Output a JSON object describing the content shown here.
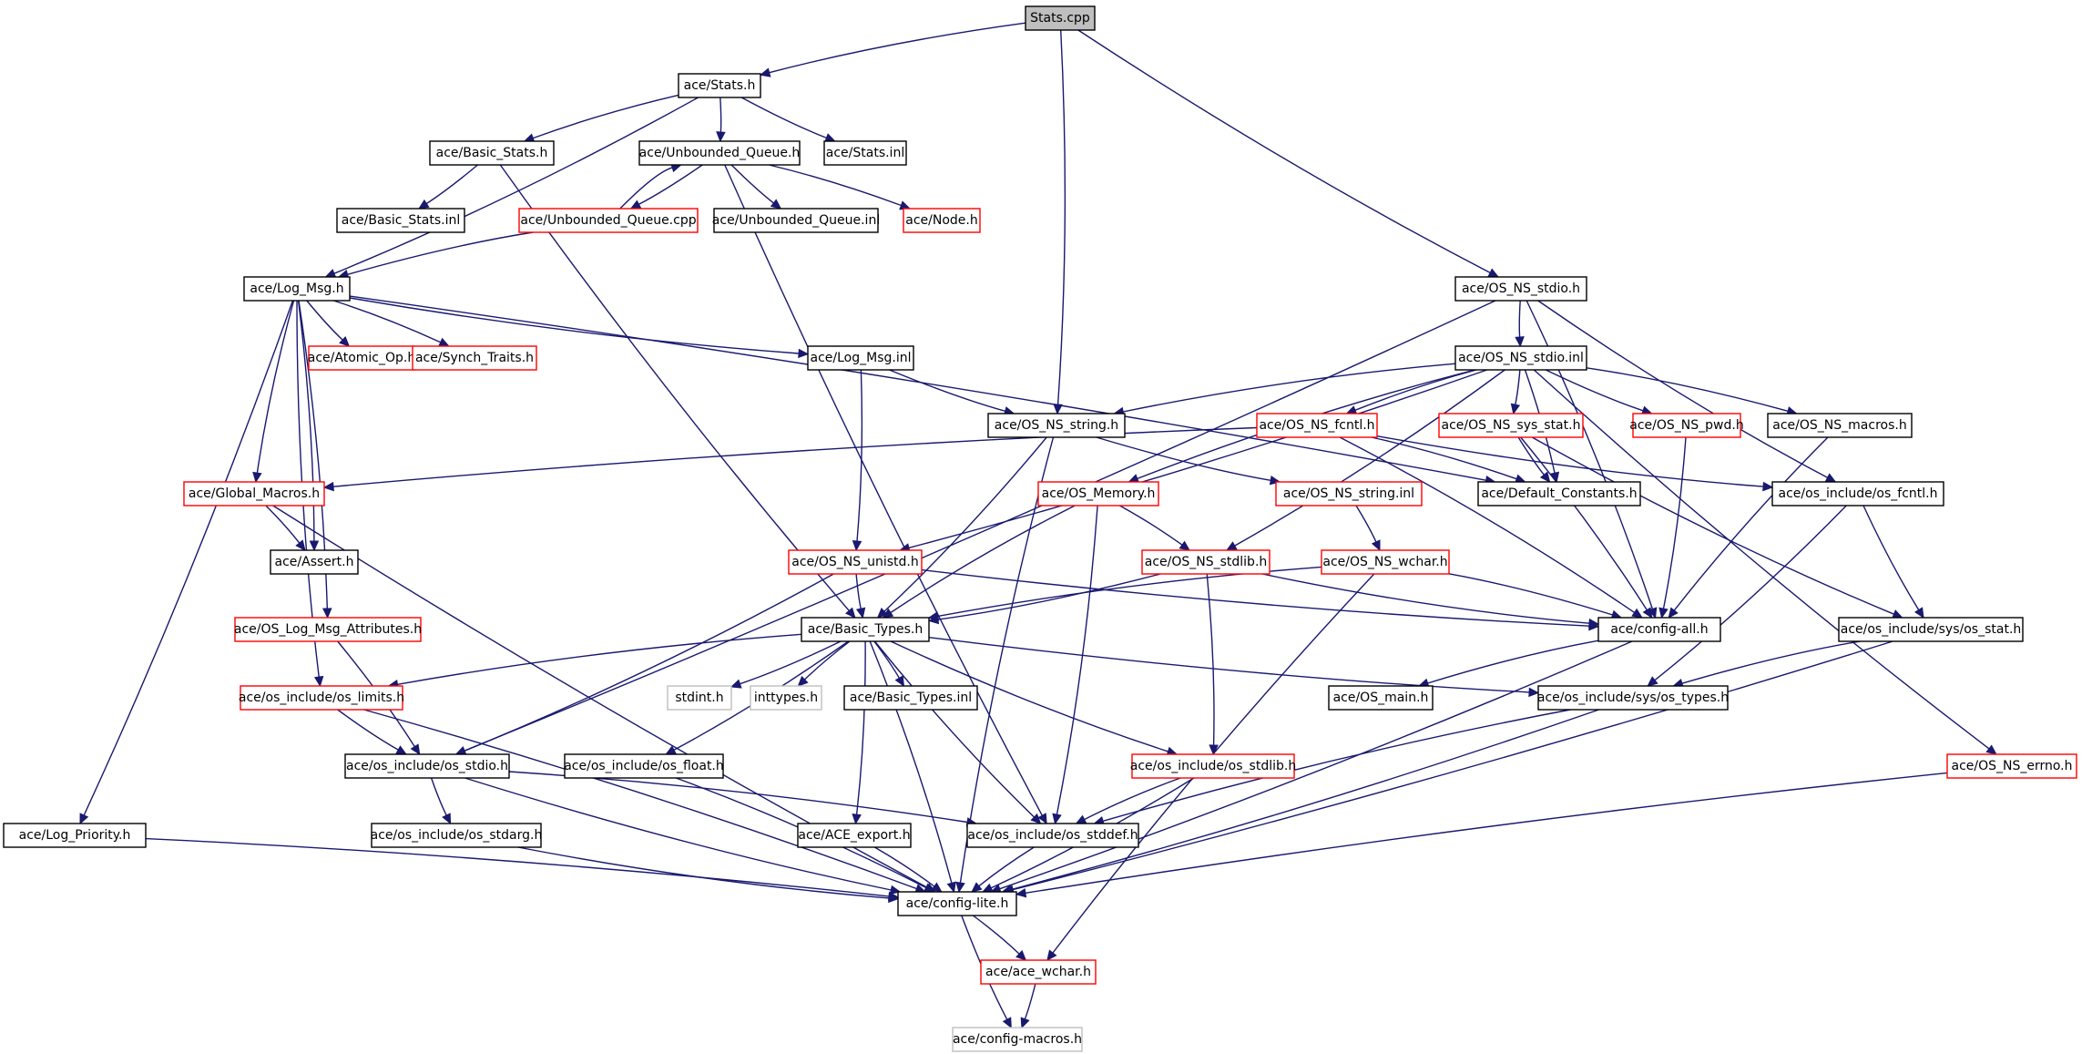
{
  "diagram": {
    "colors": {
      "edge": "#191970",
      "border_documented": "#000000",
      "border_undocumented": "#ff0000",
      "border_external": "#bfbfbf",
      "root_fill": "#bfbfbf",
      "node_fill": "#ffffff"
    },
    "nodes": [
      {
        "id": "stats_cpp",
        "label": "Stats.cpp",
        "style": "root"
      },
      {
        "id": "stats_h",
        "label": "ace/Stats.h",
        "style": "black"
      },
      {
        "id": "basic_stats_h",
        "label": "ace/Basic_Stats.h",
        "style": "black"
      },
      {
        "id": "unbounded_queue_h",
        "label": "ace/Unbounded_Queue.h",
        "style": "black"
      },
      {
        "id": "stats_inl",
        "label": "ace/Stats.inl",
        "style": "black"
      },
      {
        "id": "basic_stats_inl",
        "label": "ace/Basic_Stats.inl",
        "style": "black"
      },
      {
        "id": "unbounded_queue_cpp",
        "label": "ace/Unbounded_Queue.cpp",
        "style": "red"
      },
      {
        "id": "unbounded_queue_inl",
        "label": "ace/Unbounded_Queue.inl",
        "style": "black"
      },
      {
        "id": "node_h",
        "label": "ace/Node.h",
        "style": "red"
      },
      {
        "id": "log_msg_h",
        "label": "ace/Log_Msg.h",
        "style": "black"
      },
      {
        "id": "atomic_op_h",
        "label": "ace/Atomic_Op.h",
        "style": "red"
      },
      {
        "id": "synch_traits_h",
        "label": "ace/Synch_Traits.h",
        "style": "red"
      },
      {
        "id": "log_msg_inl",
        "label": "ace/Log_Msg.inl",
        "style": "black"
      },
      {
        "id": "os_ns_stdio_h",
        "label": "ace/OS_NS_stdio.h",
        "style": "black"
      },
      {
        "id": "os_ns_stdio_inl",
        "label": "ace/OS_NS_stdio.inl",
        "style": "black"
      },
      {
        "id": "os_ns_string_h",
        "label": "ace/OS_NS_string.h",
        "style": "black"
      },
      {
        "id": "os_ns_fcntl_h",
        "label": "ace/OS_NS_fcntl.h",
        "style": "red"
      },
      {
        "id": "os_ns_sys_stat_h",
        "label": "ace/OS_NS_sys_stat.h",
        "style": "red"
      },
      {
        "id": "os_ns_pwd_h",
        "label": "ace/OS_NS_pwd.h",
        "style": "red"
      },
      {
        "id": "os_ns_macros_h",
        "label": "ace/OS_NS_macros.h",
        "style": "black"
      },
      {
        "id": "global_macros_h",
        "label": "ace/Global_Macros.h",
        "style": "red"
      },
      {
        "id": "os_memory_h",
        "label": "ace/OS_Memory.h",
        "style": "red"
      },
      {
        "id": "os_ns_string_inl",
        "label": "ace/OS_NS_string.inl",
        "style": "red"
      },
      {
        "id": "default_constants_h",
        "label": "ace/Default_Constants.h",
        "style": "black"
      },
      {
        "id": "os_include_os_fcntl_h",
        "label": "ace/os_include/os_fcntl.h",
        "style": "black"
      },
      {
        "id": "assert_h",
        "label": "ace/Assert.h",
        "style": "black"
      },
      {
        "id": "os_ns_unistd_h",
        "label": "ace/OS_NS_unistd.h",
        "style": "red"
      },
      {
        "id": "os_ns_stdlib_h",
        "label": "ace/OS_NS_stdlib.h",
        "style": "red"
      },
      {
        "id": "os_ns_wchar_h",
        "label": "ace/OS_NS_wchar.h",
        "style": "red"
      },
      {
        "id": "os_log_msg_attributes_h",
        "label": "ace/OS_Log_Msg_Attributes.h",
        "style": "red"
      },
      {
        "id": "basic_types_h",
        "label": "ace/Basic_Types.h",
        "style": "black"
      },
      {
        "id": "config_all_h",
        "label": "ace/config-all.h",
        "style": "black"
      },
      {
        "id": "os_include_sys_os_stat_h",
        "label": "ace/os_include/sys/os_stat.h",
        "style": "black"
      },
      {
        "id": "os_include_os_limits_h",
        "label": "ace/os_include/os_limits.h",
        "style": "red"
      },
      {
        "id": "stdint_h",
        "label": "stdint.h",
        "style": "gray"
      },
      {
        "id": "inttypes_h",
        "label": "inttypes.h",
        "style": "gray"
      },
      {
        "id": "basic_types_inl",
        "label": "ace/Basic_Types.inl",
        "style": "black"
      },
      {
        "id": "os_main_h",
        "label": "ace/OS_main.h",
        "style": "black"
      },
      {
        "id": "os_include_sys_os_types_h",
        "label": "ace/os_include/sys/os_types.h",
        "style": "black"
      },
      {
        "id": "os_include_os_stdio_h",
        "label": "ace/os_include/os_stdio.h",
        "style": "black"
      },
      {
        "id": "os_include_os_float_h",
        "label": "ace/os_include/os_float.h",
        "style": "black"
      },
      {
        "id": "os_include_os_stdlib_h",
        "label": "ace/os_include/os_stdlib.h",
        "style": "red"
      },
      {
        "id": "os_ns_errno_h",
        "label": "ace/OS_NS_errno.h",
        "style": "red"
      },
      {
        "id": "log_priority_h",
        "label": "ace/Log_Priority.h",
        "style": "black"
      },
      {
        "id": "os_include_os_stdarg_h",
        "label": "ace/os_include/os_stdarg.h",
        "style": "black"
      },
      {
        "id": "ace_export_h",
        "label": "ace/ACE_export.h",
        "style": "black"
      },
      {
        "id": "os_include_os_stddef_h",
        "label": "ace/os_include/os_stddef.h",
        "style": "black"
      },
      {
        "id": "config_lite_h",
        "label": "ace/config-lite.h",
        "style": "black"
      },
      {
        "id": "ace_wchar_h",
        "label": "ace/ace_wchar.h",
        "style": "red"
      },
      {
        "id": "config_macros_h",
        "label": "ace/config-macros.h",
        "style": "gray"
      }
    ],
    "edges": [
      [
        "stats_cpp",
        "stats_h"
      ],
      [
        "stats_cpp",
        "os_ns_string_h"
      ],
      [
        "stats_cpp",
        "os_ns_stdio_h"
      ],
      [
        "stats_h",
        "log_msg_h"
      ],
      [
        "stats_h",
        "basic_stats_h"
      ],
      [
        "stats_h",
        "unbounded_queue_h"
      ],
      [
        "stats_h",
        "stats_inl"
      ],
      [
        "basic_stats_h",
        "basic_stats_inl"
      ],
      [
        "basic_stats_h",
        "basic_types_h"
      ],
      [
        "unbounded_queue_h",
        "unbounded_queue_cpp"
      ],
      [
        "unbounded_queue_h",
        "unbounded_queue_inl"
      ],
      [
        "unbounded_queue_h",
        "node_h"
      ],
      [
        "unbounded_queue_h",
        "os_include_os_stddef_h"
      ],
      [
        "unbounded_queue_cpp",
        "unbounded_queue_h"
      ],
      [
        "unbounded_queue_cpp",
        "log_msg_h"
      ],
      [
        "log_msg_h",
        "log_priority_h"
      ],
      [
        "log_msg_h",
        "os_include_os_limits_h"
      ],
      [
        "log_msg_h",
        "os_log_msg_attributes_h"
      ],
      [
        "log_msg_h",
        "global_macros_h"
      ],
      [
        "log_msg_h",
        "assert_h"
      ],
      [
        "log_msg_h",
        "atomic_op_h"
      ],
      [
        "log_msg_h",
        "synch_traits_h"
      ],
      [
        "log_msg_h",
        "log_msg_inl"
      ],
      [
        "log_msg_h",
        "default_constants_h"
      ],
      [
        "log_msg_inl",
        "os_ns_string_h"
      ],
      [
        "log_msg_inl",
        "os_ns_unistd_h"
      ],
      [
        "os_ns_stdio_h",
        "os_ns_stdio_inl"
      ],
      [
        "os_ns_stdio_h",
        "os_include_os_stdio_h"
      ],
      [
        "os_ns_stdio_h",
        "os_include_os_fcntl_h"
      ],
      [
        "os_ns_stdio_h",
        "config_all_h"
      ],
      [
        "os_ns_stdio_inl",
        "os_ns_string_h"
      ],
      [
        "os_ns_stdio_inl",
        "os_ns_unistd_h"
      ],
      [
        "os_ns_stdio_inl",
        "os_memory_h"
      ],
      [
        "os_ns_stdio_inl",
        "os_ns_stdlib_h"
      ],
      [
        "os_ns_stdio_inl",
        "os_ns_fcntl_h"
      ],
      [
        "os_ns_stdio_inl",
        "os_ns_sys_stat_h"
      ],
      [
        "os_ns_stdio_inl",
        "os_ns_pwd_h"
      ],
      [
        "os_ns_stdio_inl",
        "os_ns_macros_h"
      ],
      [
        "os_ns_stdio_inl",
        "os_ns_errno_h"
      ],
      [
        "os_ns_stdio_inl",
        "default_constants_h"
      ],
      [
        "os_ns_string_h",
        "os_ns_string_inl"
      ],
      [
        "os_ns_string_h",
        "basic_types_h"
      ],
      [
        "os_ns_string_h",
        "config_lite_h"
      ],
      [
        "os_ns_string_inl",
        "os_ns_wchar_h"
      ],
      [
        "os_ns_fcntl_h",
        "global_macros_h"
      ],
      [
        "os_ns_fcntl_h",
        "default_constants_h"
      ],
      [
        "os_ns_fcntl_h",
        "os_include_os_fcntl_h"
      ],
      [
        "os_ns_fcntl_h",
        "config_all_h"
      ],
      [
        "os_ns_sys_stat_h",
        "default_constants_h"
      ],
      [
        "os_ns_sys_stat_h",
        "config_all_h"
      ],
      [
        "os_ns_sys_stat_h",
        "os_include_sys_os_stat_h"
      ],
      [
        "os_ns_pwd_h",
        "config_all_h"
      ],
      [
        "os_ns_macros_h",
        "config_all_h"
      ],
      [
        "global_macros_h",
        "assert_h"
      ],
      [
        "global_macros_h",
        "config_lite_h"
      ],
      [
        "os_memory_h",
        "os_ns_stdlib_h"
      ],
      [
        "os_memory_h",
        "basic_types_h"
      ],
      [
        "os_memory_h",
        "os_include_os_stddef_h"
      ],
      [
        "os_include_os_fcntl_h",
        "os_include_sys_os_stat_h"
      ],
      [
        "os_include_os_fcntl_h",
        "os_include_sys_os_types_h"
      ],
      [
        "os_ns_unistd_h",
        "basic_types_h"
      ],
      [
        "os_ns_unistd_h",
        "os_include_os_stdio_h"
      ],
      [
        "os_ns_unistd_h",
        "config_all_h"
      ],
      [
        "os_ns_stdlib_h",
        "basic_types_h"
      ],
      [
        "os_ns_stdlib_h",
        "config_all_h"
      ],
      [
        "os_ns_stdlib_h",
        "os_include_os_stdlib_h"
      ],
      [
        "os_ns_wchar_h",
        "basic_types_h"
      ],
      [
        "os_ns_wchar_h",
        "config_all_h"
      ],
      [
        "os_ns_wchar_h",
        "ace_wchar_h"
      ],
      [
        "os_log_msg_attributes_h",
        "os_include_os_stdio_h"
      ],
      [
        "basic_types_h",
        "os_include_os_limits_h"
      ],
      [
        "basic_types_h",
        "stdint_h"
      ],
      [
        "basic_types_h",
        "inttypes_h"
      ],
      [
        "basic_types_h",
        "basic_types_inl"
      ],
      [
        "basic_types_h",
        "os_include_sys_os_types_h"
      ],
      [
        "basic_types_h",
        "os_include_os_float_h"
      ],
      [
        "basic_types_h",
        "os_include_os_stdlib_h"
      ],
      [
        "basic_types_h",
        "ace_export_h"
      ],
      [
        "basic_types_h",
        "os_include_os_stddef_h"
      ],
      [
        "basic_types_h",
        "config_lite_h"
      ],
      [
        "config_all_h",
        "os_main_h"
      ],
      [
        "config_all_h",
        "config_lite_h"
      ],
      [
        "os_include_sys_os_stat_h",
        "os_include_sys_os_types_h"
      ],
      [
        "os_include_sys_os_stat_h",
        "config_lite_h"
      ],
      [
        "os_include_os_limits_h",
        "os_include_os_stdio_h"
      ],
      [
        "os_include_os_limits_h",
        "config_lite_h"
      ],
      [
        "os_include_sys_os_types_h",
        "os_include_os_stddef_h"
      ],
      [
        "os_include_sys_os_types_h",
        "config_lite_h"
      ],
      [
        "os_include_os_stdio_h",
        "os_include_os_stdarg_h"
      ],
      [
        "os_include_os_stdio_h",
        "os_include_os_stddef_h"
      ],
      [
        "os_include_os_stdio_h",
        "config_lite_h"
      ],
      [
        "os_include_os_float_h",
        "config_lite_h"
      ],
      [
        "os_include_os_stdlib_h",
        "os_include_os_stddef_h"
      ],
      [
        "os_include_os_stdlib_h",
        "config_lite_h"
      ],
      [
        "os_ns_errno_h",
        "config_lite_h"
      ],
      [
        "log_priority_h",
        "config_lite_h"
      ],
      [
        "os_include_os_stdarg_h",
        "config_lite_h"
      ],
      [
        "ace_export_h",
        "config_lite_h"
      ],
      [
        "os_include_os_stddef_h",
        "config_lite_h"
      ],
      [
        "config_lite_h",
        "ace_wchar_h"
      ],
      [
        "config_lite_h",
        "config_macros_h"
      ],
      [
        "ace_wchar_h",
        "config_macros_h"
      ]
    ]
  }
}
